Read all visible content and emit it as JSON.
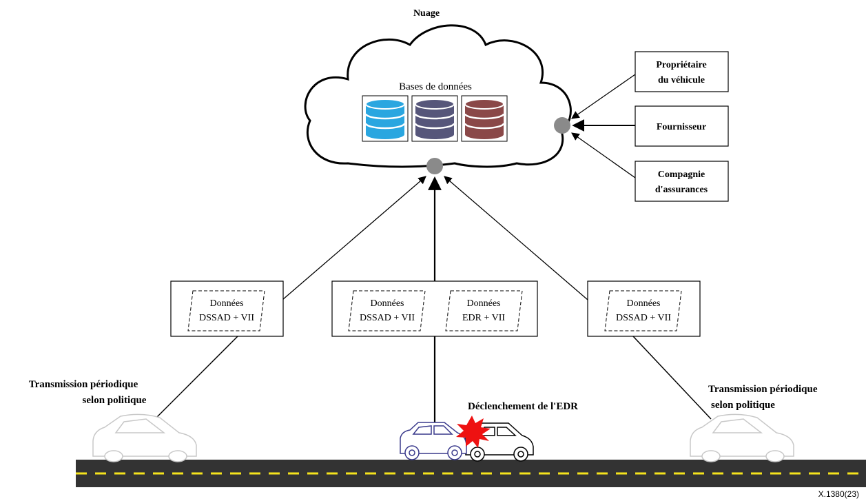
{
  "cloud": {
    "title": "Nuage",
    "db_label": "Bases de données"
  },
  "databases": [
    {
      "name": "database-cyan",
      "color": "#2aa6e0"
    },
    {
      "name": "database-slate",
      "color": "#56567a"
    },
    {
      "name": "database-brown",
      "color": "#8a4848"
    }
  ],
  "stakeholders": {
    "owner": [
      "Propriétaire",
      "du véhicule"
    ],
    "supplier": [
      "Fournisseur"
    ],
    "insurer": [
      "Compagnie",
      "d'assurances"
    ]
  },
  "packets": {
    "left": {
      "line1": "Données",
      "line2": "DSSAD + VII"
    },
    "center_a": {
      "line1": "Données",
      "line2": "DSSAD + VII"
    },
    "center_b": {
      "line1": "Données",
      "line2": "EDR + VII"
    },
    "right": {
      "line1": "Données",
      "line2": "DSSAD + VII"
    }
  },
  "labels": {
    "left_transmission": [
      "Transmission périodique",
      "selon politique"
    ],
    "right_transmission": [
      "Transmission périodique",
      "selon politique"
    ],
    "edr_trigger": "Déclenchement de l'EDR"
  },
  "colors": {
    "crash_car": "#3a3a8c",
    "explosion": "#ee1111",
    "ghost_car": "#c8c8c8",
    "road": "#333333",
    "road_line": "#f5e31c"
  },
  "figure_id": "X.1380(23)"
}
